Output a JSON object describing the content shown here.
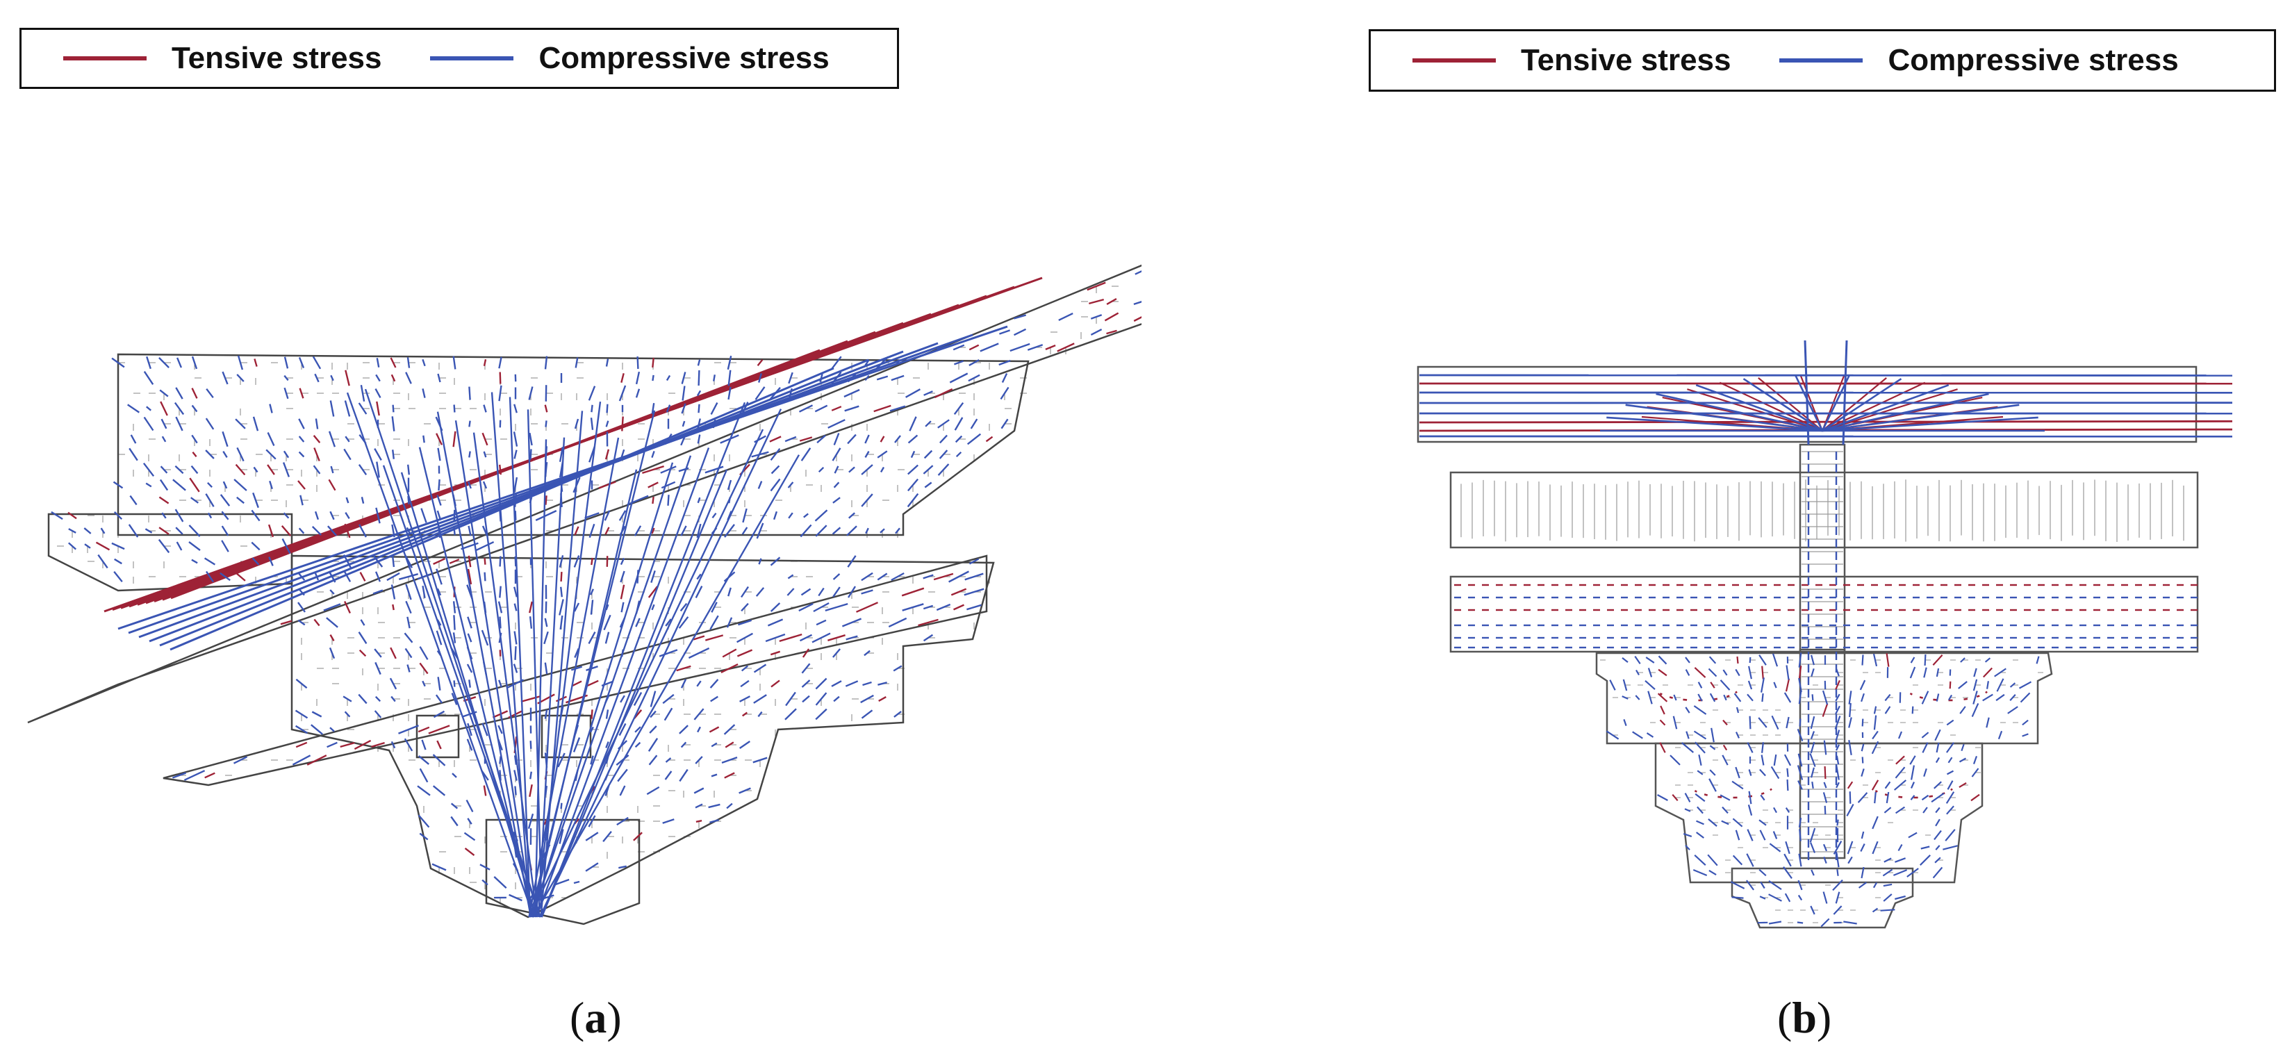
{
  "colors": {
    "tensive": "#9e2236",
    "compressive": "#3a55b4",
    "mesh": "#9a9a9a",
    "outline": "#444444"
  },
  "legend": {
    "tensive_label": "Tensive stress",
    "compressive_label": "Compressive stress"
  },
  "panels": [
    {
      "id": "a",
      "caption_letter": "a"
    },
    {
      "id": "b",
      "caption_letter": "b"
    }
  ]
}
